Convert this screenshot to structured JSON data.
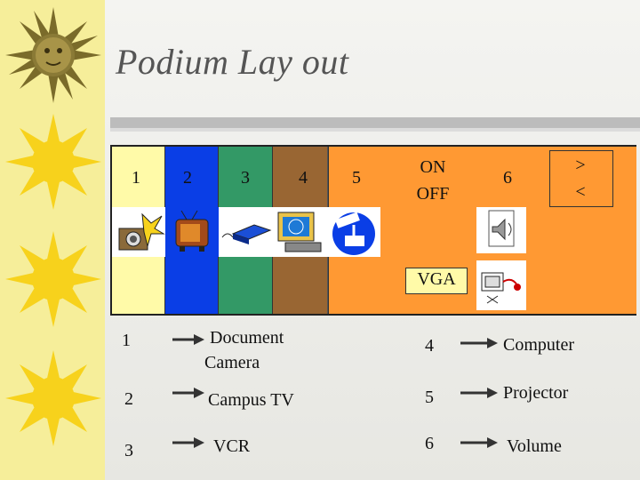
{
  "title": "Podium Lay out",
  "podium": {
    "columns": [
      "1",
      "2",
      "3",
      "4",
      "5"
    ],
    "power": {
      "on": "ON",
      "off": "OFF"
    },
    "volume": "6",
    "nav": {
      "up": ">",
      "down": "<"
    },
    "vga": "VGA"
  },
  "legend": {
    "left": [
      {
        "num": "1",
        "label_line1": "Document",
        "label_line2": "Camera"
      },
      {
        "num": "2",
        "label_line1": "Campus TV",
        "label_line2": ""
      },
      {
        "num": "3",
        "label_line1": "VCR",
        "label_line2": ""
      }
    ],
    "right": [
      {
        "num": "4",
        "label": "Computer"
      },
      {
        "num": "5",
        "label": "Projector"
      },
      {
        "num": "6",
        "label": "Volume"
      }
    ]
  },
  "colors": {
    "col1": "#fffaa8",
    "col2": "#0a3ee6",
    "col3": "#339966",
    "col4": "#996633",
    "panel": "#ff9933",
    "stripe": "#f6ee9a"
  }
}
